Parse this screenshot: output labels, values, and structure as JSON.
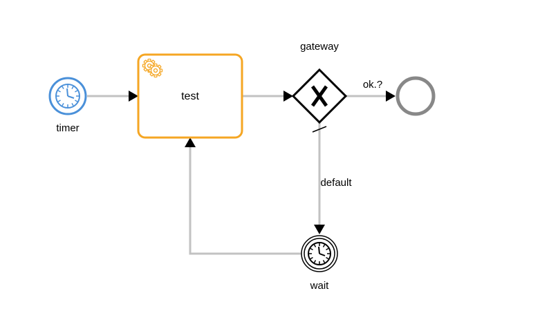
{
  "diagram": {
    "nodes": {
      "timer_start": {
        "label": "timer",
        "icon": "clock-icon",
        "color": "#4a90d9"
      },
      "task": {
        "label": "test",
        "icon": "gear-icon",
        "color": "#f5a623"
      },
      "gateway": {
        "label": "gateway",
        "marker": "X",
        "icon": "exclusive-gateway-icon"
      },
      "end_event": {
        "label": "",
        "color": "#888888"
      },
      "wait_event": {
        "label": "wait",
        "icon": "clock-icon"
      }
    },
    "flows": {
      "gateway_to_end": {
        "label": "ok.?"
      },
      "gateway_to_wait": {
        "label": "default",
        "is_default": true
      }
    },
    "colors": {
      "flow": "#c2c2c2",
      "arrowhead": "#000000"
    }
  }
}
